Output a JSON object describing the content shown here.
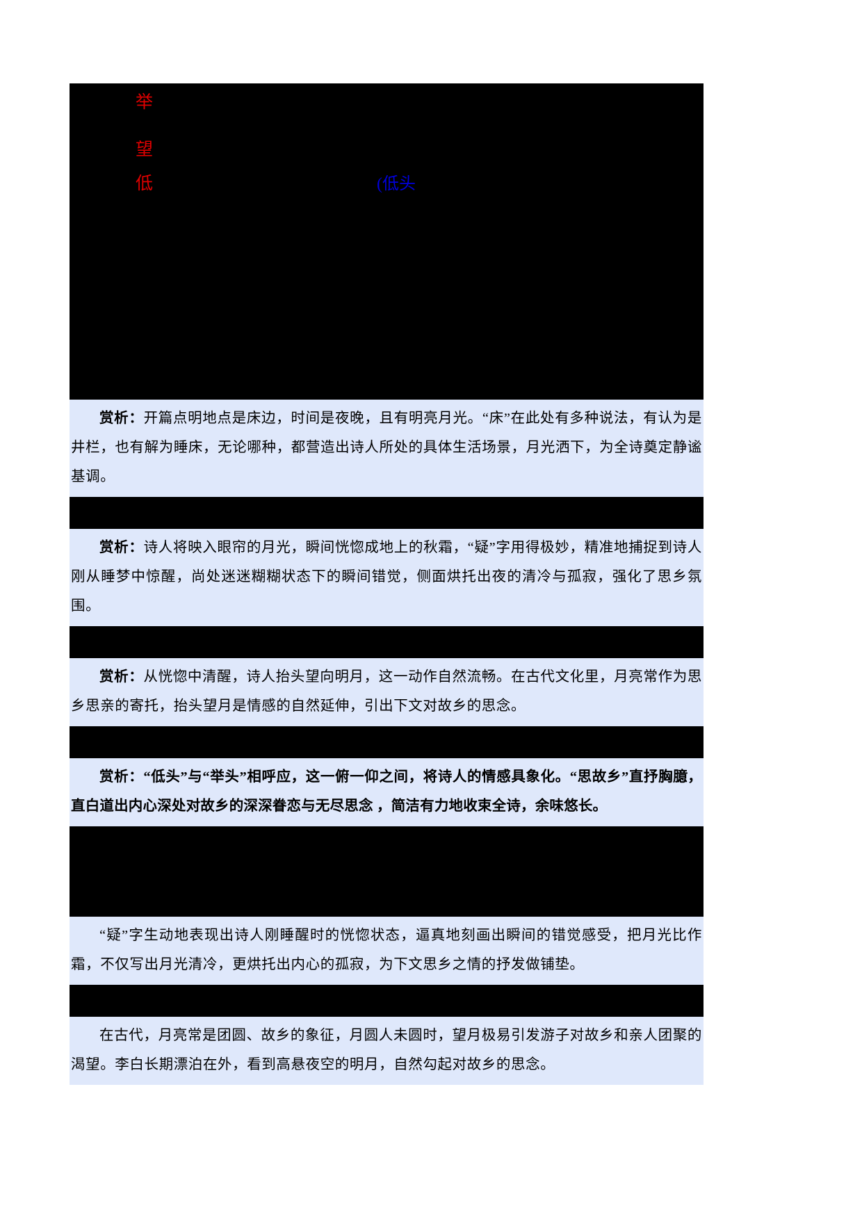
{
  "document": {
    "poem": {
      "chars": [
        {
          "text": "举",
          "color": "#e00000"
        },
        {
          "text": "望",
          "color": "#e00000"
        },
        {
          "text": "低",
          "color": "#e00000"
        }
      ],
      "annotation": "(低头",
      "annotation_color": "#0000dd"
    },
    "commentary": [
      {
        "lead": "赏析：",
        "body": "开篇点明地点是床边，时间是夜晚，且有明亮月光。“床”在此处有多种说法，有认为是井栏，也有解为睡床，无论哪种，都营造出诗人所处的具体生活场景，月光洒下，为全诗奠定静谧基调。",
        "bold": false,
        "indent": true
      },
      {
        "lead": "赏析：",
        "body": "诗人将映入眼帘的月光，瞬间恍惚成地上的秋霜，“疑”字用得极妙，精准地捕捉到诗人刚从睡梦中惊醒，尚处迷迷糊糊状态下的瞬间错觉，侧面烘托出夜的清冷与孤寂，强化了思乡氛围。",
        "bold": false,
        "indent": true
      },
      {
        "lead": "赏析：",
        "body": "从恍惚中清醒，诗人抬头望向明月，这一动作自然流畅。在古代文化里，月亮常作为思乡思亲的寄托，抬头望月是情感的自然延伸，引出下文对故乡的思念。",
        "bold": false,
        "indent": true
      },
      {
        "lead": "赏析：",
        "body": "“低头”与“举头”相呼应，这一俯一仰之间，将诗人的情感具象化。“思故乡”直抒胸臆，直白道出内心深处对故乡的深深眷恋与无尽思念 ，简洁有力地收束全诗，余味悠长。",
        "bold": true,
        "indent": true
      },
      {
        "lead": "",
        "body": "“疑”字生动地表现出诗人刚睡醒时的恍惚状态，逼真地刻画出瞬间的错觉感受，把月光比作霜，不仅写出月光清冷，更烘托出内心的孤寂，为下文思乡之情的抒发做铺垫。",
        "bold": false,
        "indent": true
      },
      {
        "lead": "",
        "body": "在古代，月亮常是团圆、故乡的象征，月圆人未圆时，望月极易引发游子对故乡和亲人团聚的渴望。李白长期漂泊在外，看到高悬夜空的明月，自然勾起对故乡的思念。",
        "bold": false,
        "indent": true
      }
    ]
  },
  "colors": {
    "page_background": "#ffffff",
    "canvas_background": "#000000",
    "note_background": "#dfe8fb",
    "poem_red": "#e00000",
    "poem_blue": "#0000dd",
    "text": "#000000"
  }
}
